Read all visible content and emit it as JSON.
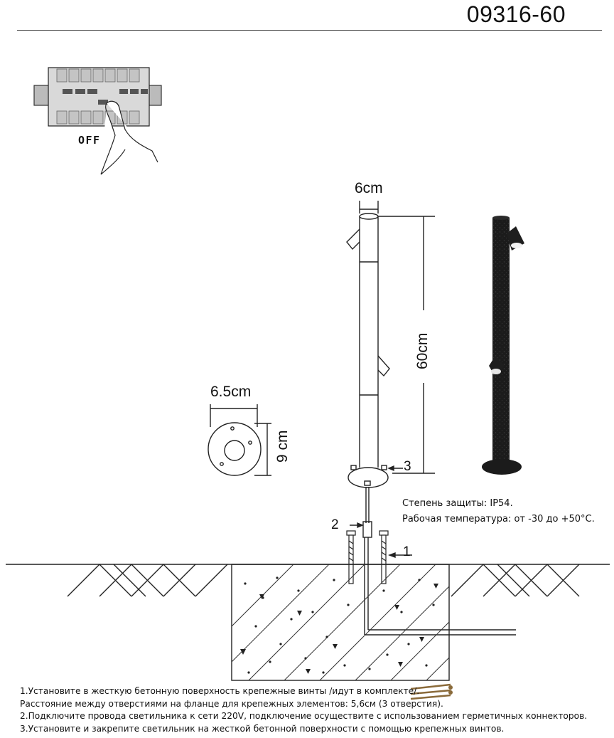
{
  "model_number": "09316-60",
  "switch_label": "OFF",
  "dimensions": {
    "diameter": "6cm",
    "height": "60cm",
    "flange_diameter": "6.5cm",
    "flange_height": "9 cm"
  },
  "callouts": {
    "c1": "1",
    "c2": "2",
    "c3": "3"
  },
  "specs": {
    "protection": "Степень защиты: IP54.",
    "temperature": "Рабочая температура: от -30 до +50°C."
  },
  "instructions": {
    "step1": "1.Установите в жесткую бетонную поверхность крепежные винты /идут в комплекте/.",
    "step1_note": "Расстояние между отверстиями на фланце для крепежных элементов: 5,6см (3 отверстия).",
    "step2": "2.Подключите провода светильника к сети 220V, подключение осуществите с использованием герметичных коннекторов.",
    "step3": "3.Установите и закрепите светильник на жесткой бетонной поверхности с помощью крепежных винтов."
  },
  "colors": {
    "line": "#111111",
    "lamp_body": "#1b1b1b",
    "background": "#ffffff"
  }
}
